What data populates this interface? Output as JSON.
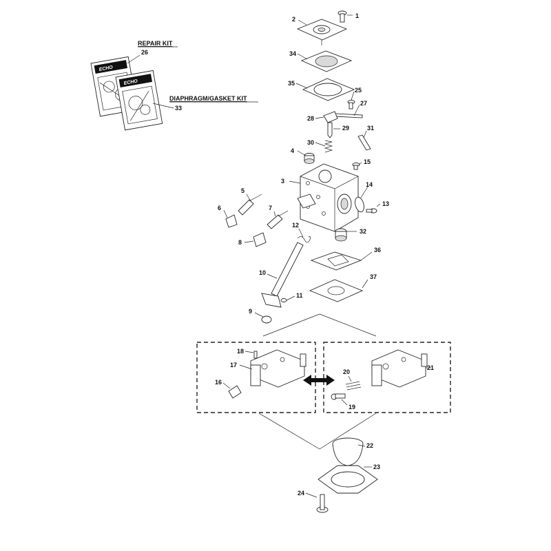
{
  "kits": {
    "repair_kit_label": "REPAIR KIT",
    "diaphragm_kit_label": "DIAPHRAGM/GASKET KIT",
    "brand": "ECHO"
  },
  "callouts": [
    "1",
    "2",
    "3",
    "4",
    "5",
    "6",
    "7",
    "8",
    "9",
    "10",
    "11",
    "12",
    "13",
    "14",
    "15",
    "16",
    "17",
    "18",
    "19",
    "20",
    "21",
    "22",
    "23",
    "24",
    "25",
    "26",
    "27",
    "28",
    "29",
    "30",
    "31",
    "32",
    "33",
    "34",
    "35",
    "36",
    "37"
  ]
}
